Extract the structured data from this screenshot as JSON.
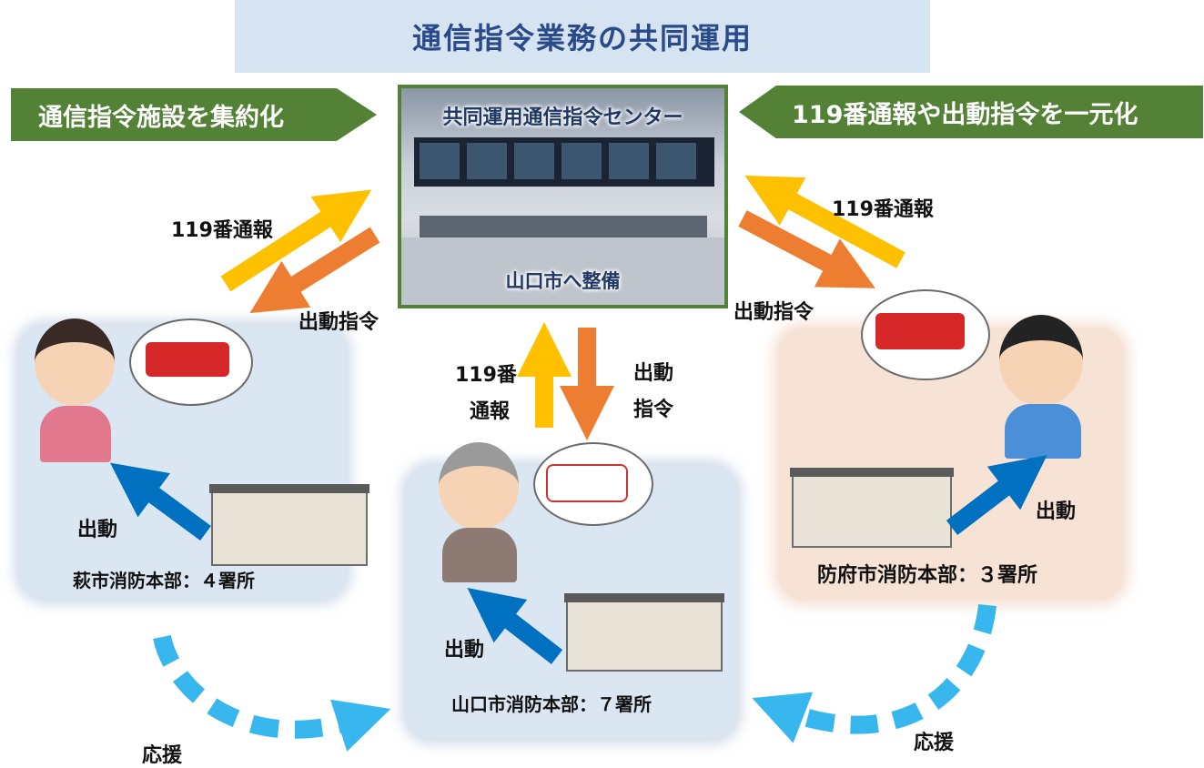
{
  "title": "通信指令業務の共同運用",
  "banners": {
    "left": "通信指令施設を集約化",
    "right": "119番通報や出動指令を一元化"
  },
  "center": {
    "title": "共同運用通信指令センター",
    "subtitle": "山口市へ整備"
  },
  "arrow_labels": {
    "left_call": "119番通報",
    "left_dispatch": "出動指令",
    "right_call": "119番通報",
    "right_dispatch": "出動指令",
    "center_call_1": "119番",
    "center_call_2": "通報",
    "center_dispatch_1": "出動",
    "center_dispatch_2": "指令"
  },
  "stations": {
    "hagi": {
      "name": "萩市消防本部：４署所",
      "action": "出動"
    },
    "yamaguchi": {
      "name": "山口市消防本部：７署所",
      "action": "出動"
    },
    "hofu": {
      "name": "防府市消防本部：３署所",
      "action": "出動"
    }
  },
  "support_labels": {
    "left": "応援",
    "right": "応援"
  },
  "colors": {
    "call_arrow": "#ffc000",
    "dispatch_arrow": "#ed7d31",
    "action_arrow": "#0070c0",
    "support_arrow": "#38b7ee",
    "banner_green": "#538135",
    "title_bg": "#d6e3f0"
  }
}
